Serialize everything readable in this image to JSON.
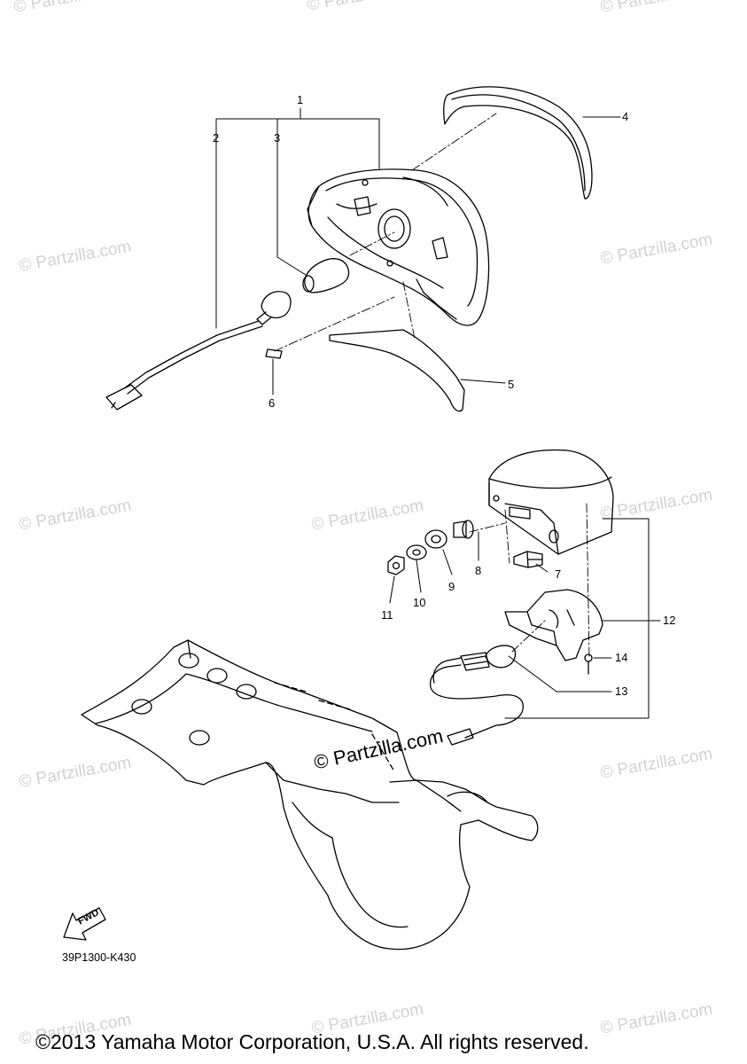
{
  "watermark": "© Partzilla.com",
  "callouts": {
    "c1": "1",
    "c2": "2",
    "c3": "3",
    "c4": "4",
    "c5": "5",
    "c6": "6",
    "c7": "7",
    "c8": "8",
    "c9": "9",
    "c10": "10",
    "c11": "11",
    "c12": "12",
    "c13": "13",
    "c14": "14"
  },
  "fwd_label": "FWD",
  "diagram_code": "39P1300-K430",
  "copyright": "©2013 Yamaha Motor Corporation, U.S.A. All rights reserved.",
  "colors": {
    "line": "#000000",
    "watermark": "#d2d2d2",
    "background": "#ffffff"
  }
}
